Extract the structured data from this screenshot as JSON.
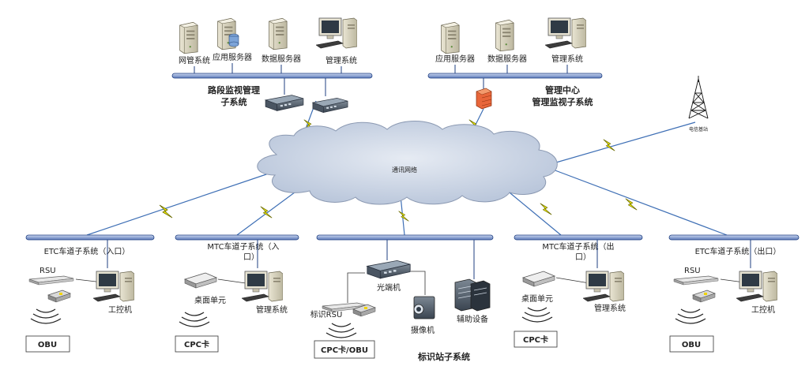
{
  "colors": {
    "bus": "#1f3f80",
    "bus_fill": "#8fa9d6",
    "link": "#3e6fb5",
    "bolt": "#f4f000",
    "cloud": "#c9d4e5"
  },
  "top_left": {
    "servers": [
      "网管系统",
      "应用服务器",
      "数据服务器",
      "管理系统"
    ],
    "title_line1": "路段监视管理",
    "title_line2": "子系统"
  },
  "top_right": {
    "servers": [
      "应用服务器",
      "数据服务器",
      "管理系统"
    ],
    "title_line1": "管理中心",
    "title_line2": "管理监视子系统"
  },
  "tower_label": "电信基站",
  "cloud_label": "通讯网络",
  "lanes": {
    "etc_in": {
      "title": "ETC车道子系统（入口）",
      "rsu": "RSU",
      "pc": "工控机",
      "card": "OBU"
    },
    "mtc_in": {
      "title_line1": "MTC车道子系统（入",
      "title_line2": "口）",
      "device": "桌面单元",
      "pc": "管理系统",
      "card": "CPC卡"
    },
    "station": {
      "switch": "光端机",
      "rsu": "标识RSU",
      "camera": "摄像机",
      "aux": "辅助设备",
      "card": "CPC卡/OBU",
      "title": "标识站子系统"
    },
    "mtc_out": {
      "title_line1": "MTC车道子系统（出",
      "title_line2": "口）",
      "device": "桌面单元",
      "pc": "管理系统",
      "card": "CPC卡"
    },
    "etc_out": {
      "title": "ETC车道子系统（出口）",
      "rsu": "RSU",
      "pc": "工控机",
      "card": "OBU"
    }
  }
}
